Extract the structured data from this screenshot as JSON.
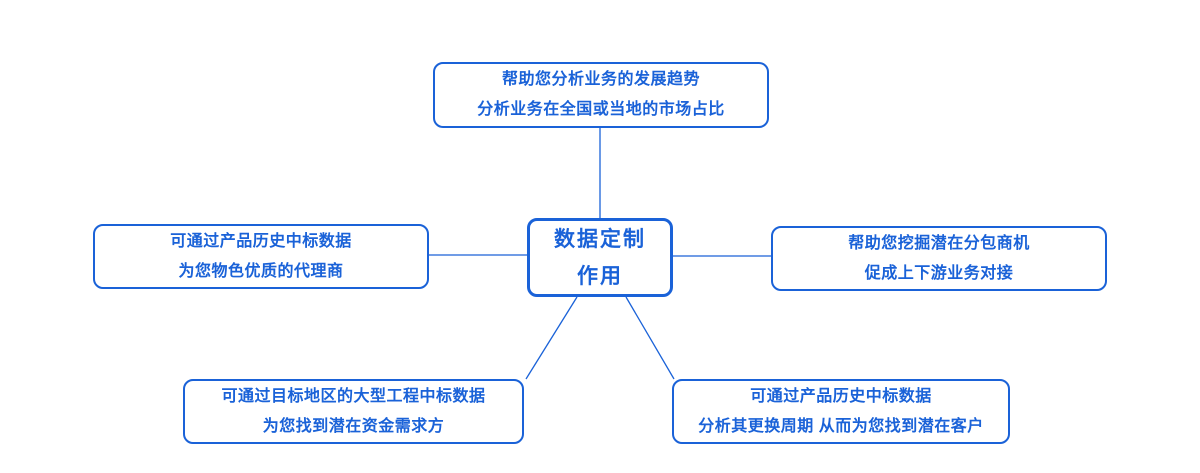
{
  "diagram": {
    "title_semantic": "data-customization-purpose-mindmap",
    "accent_color": "#1A62D8",
    "background_color": "#ffffff",
    "center": {
      "line1": "数据定制",
      "line2": "作用"
    },
    "nodes": {
      "top": {
        "line1": "帮助您分析业务的发展趋势",
        "line2": "分析业务在全国或当地的市场占比"
      },
      "left": {
        "line1": "可通过产品历史中标数据",
        "line2": "为您物色优质的代理商"
      },
      "right": {
        "line1": "帮助您挖掘潜在分包商机",
        "line2": "促成上下游业务对接"
      },
      "bottom_left": {
        "line1": "可通过目标地区的大型工程中标数据",
        "line2": "为您找到潜在资金需求方"
      },
      "bottom_right": {
        "line1": "可通过产品历史中标数据",
        "line2": "分析其更换周期 从而为您找到潜在客户"
      }
    }
  }
}
